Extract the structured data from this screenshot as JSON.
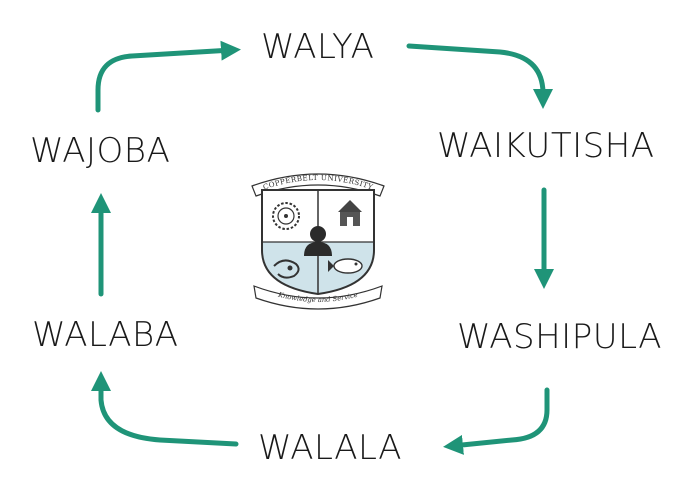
{
  "colors": {
    "arrow": "#1f9478",
    "text": "#1a1a1a",
    "crest_line": "#333333",
    "crest_fill": "#cfe3ea"
  },
  "cycle": {
    "nodes": [
      {
        "id": "walya",
        "label": "WALYA"
      },
      {
        "id": "waikutisha",
        "label": "WAIKUTISHA"
      },
      {
        "id": "washipula",
        "label": "WASHIPULA"
      },
      {
        "id": "walala",
        "label": "WALALA"
      },
      {
        "id": "walaba",
        "label": "WALABA"
      },
      {
        "id": "wajoba",
        "label": "WAJOBA"
      }
    ],
    "edges": [
      {
        "from": "wajoba",
        "to": "walya"
      },
      {
        "from": "walya",
        "to": "waikutisha"
      },
      {
        "from": "waikutisha",
        "to": "washipula"
      },
      {
        "from": "washipula",
        "to": "walala"
      },
      {
        "from": "walala",
        "to": "walaba"
      },
      {
        "from": "walaba",
        "to": "wajoba"
      }
    ]
  },
  "crest": {
    "top_text": "COPPERBELT UNIVERSITY",
    "motto": "Knowledge and Service",
    "icon": "university-crest-icon"
  }
}
